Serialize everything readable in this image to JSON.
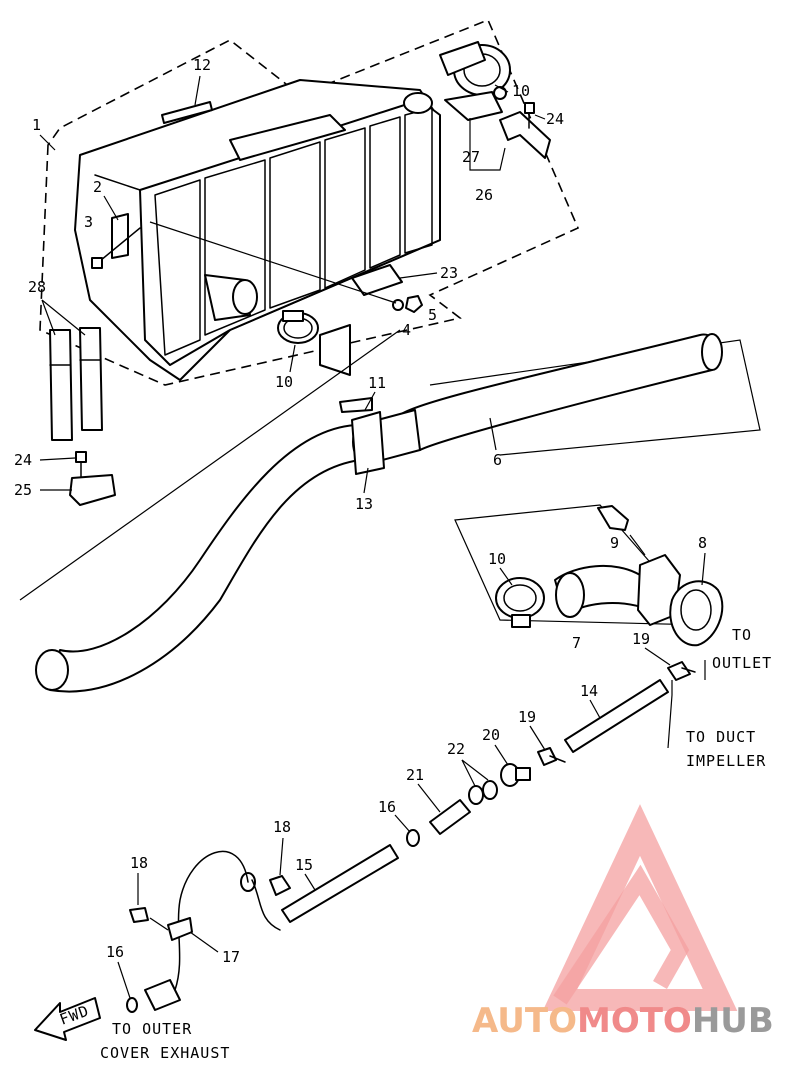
{
  "parts": {
    "p1": "1",
    "p2": "2",
    "p3": "3",
    "p4": "4",
    "p5": "5",
    "p6": "6",
    "p7": "7",
    "p8": "8",
    "p9": "9",
    "p10a": "10",
    "p10b": "10",
    "p10c": "10",
    "p11": "11",
    "p12": "12",
    "p13": "13",
    "p14": "14",
    "p15": "15",
    "p16a": "16",
    "p16b": "16",
    "p17": "17",
    "p18a": "18",
    "p18b": "18",
    "p19a": "19",
    "p19b": "19",
    "p20": "20",
    "p21": "21",
    "p22": "22",
    "p23": "23",
    "p24a": "24",
    "p24b": "24",
    "p25": "25",
    "p26": "26",
    "p27": "27",
    "p28": "28"
  },
  "notes": {
    "to_outlet_1": "TO",
    "to_outlet_2": "OUTLET",
    "to_duct_1": "TO DUCT",
    "to_duct_2": "IMPELLER",
    "to_outer_1": "TO OUTER",
    "to_outer_2": "COVER EXHAUST",
    "fwd": "FWD"
  },
  "watermark": {
    "part1": "AUTO",
    "part2": "MOTO",
    "part3": "HUB",
    "colors": {
      "auto": "#f5b98a",
      "moto": "#f08a8a",
      "hub": "#9a9a9a",
      "logo": "#f4a0a0"
    }
  }
}
